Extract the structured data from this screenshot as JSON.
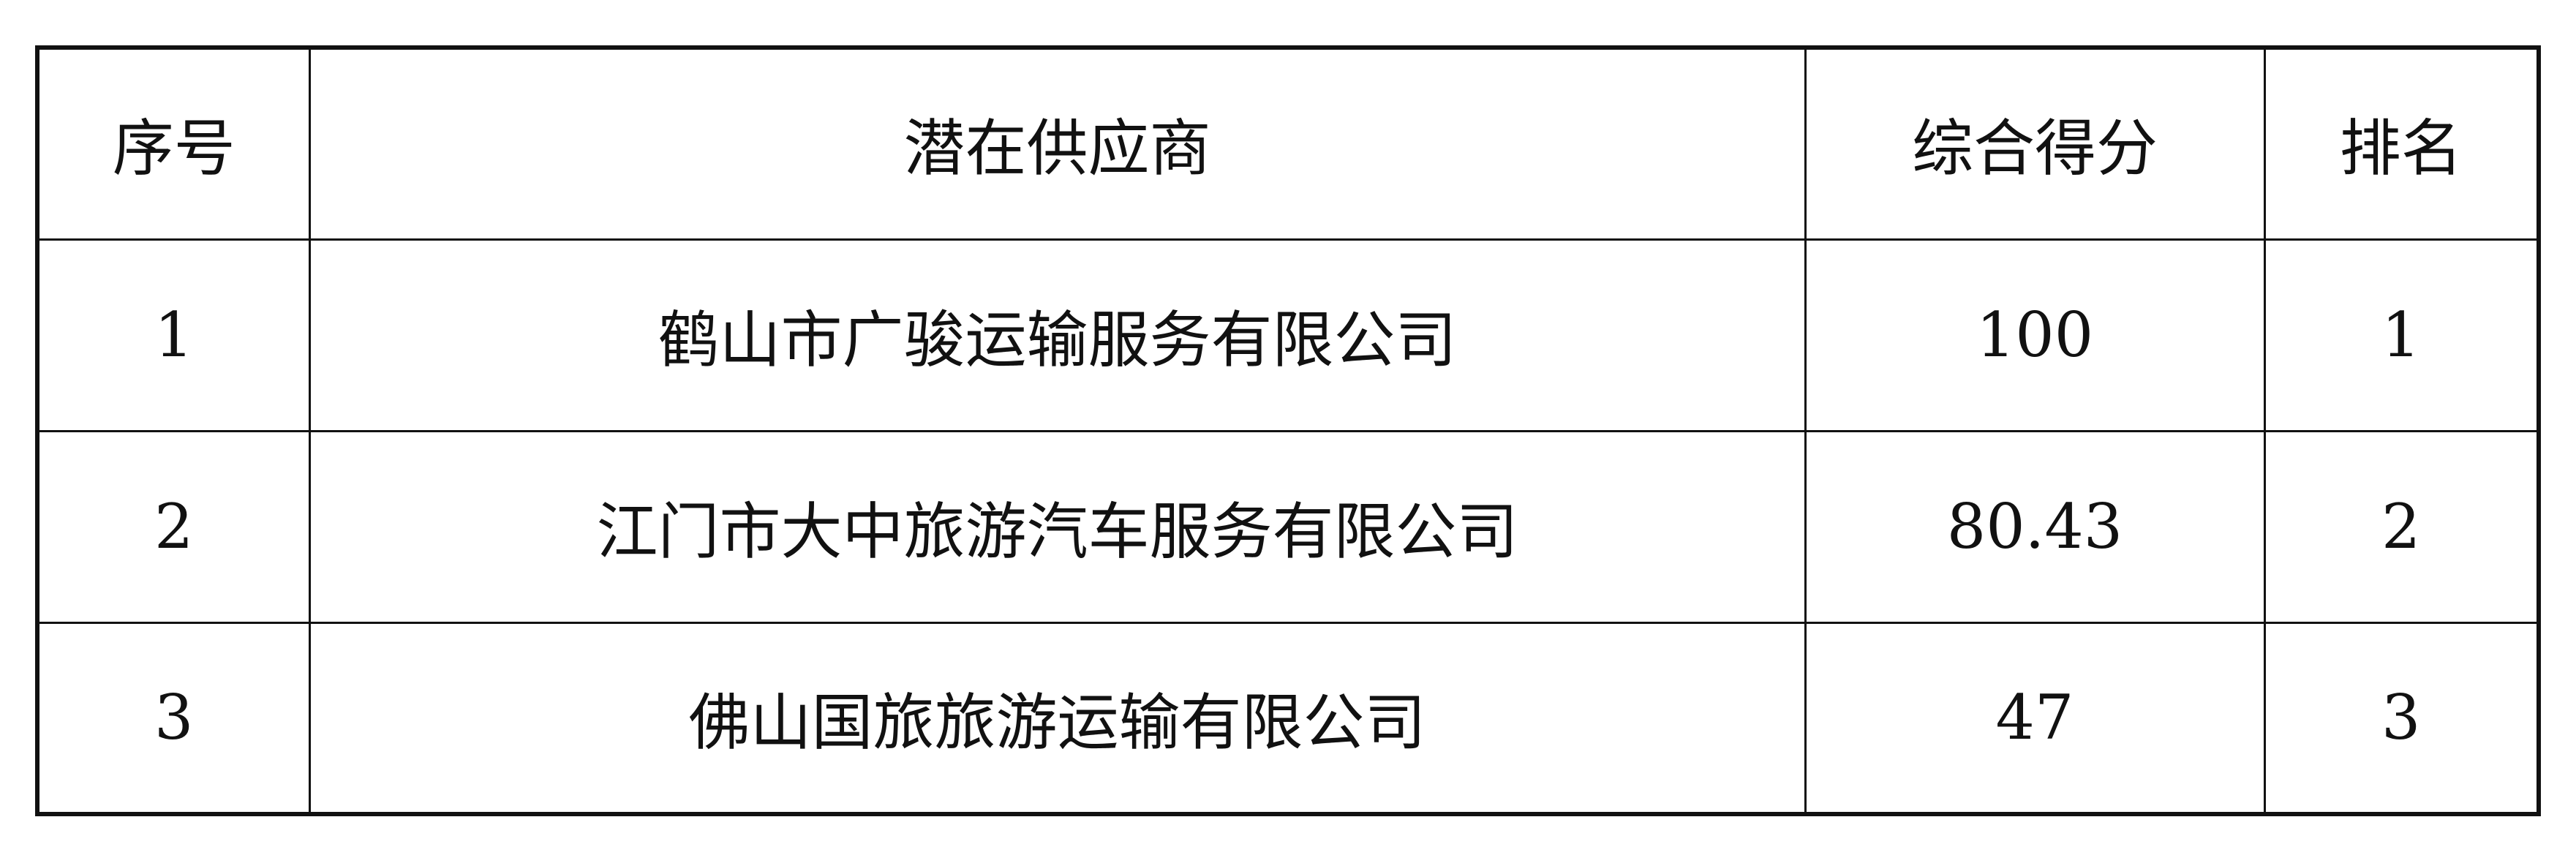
{
  "table": {
    "headers": [
      "序号",
      "潜在供应商",
      "综合得分",
      "排名"
    ],
    "rows": [
      {
        "no": "1",
        "supplier": "鹤山市广骏运输服务有限公司",
        "score": "100",
        "rank": "1"
      },
      {
        "no": "2",
        "supplier": "江门市大中旅游汽车服务有限公司",
        "score": "80.43",
        "rank": "2"
      },
      {
        "no": "3",
        "supplier": "佛山国旅旅游运输有限公司",
        "score": "47",
        "rank": "3"
      }
    ]
  }
}
